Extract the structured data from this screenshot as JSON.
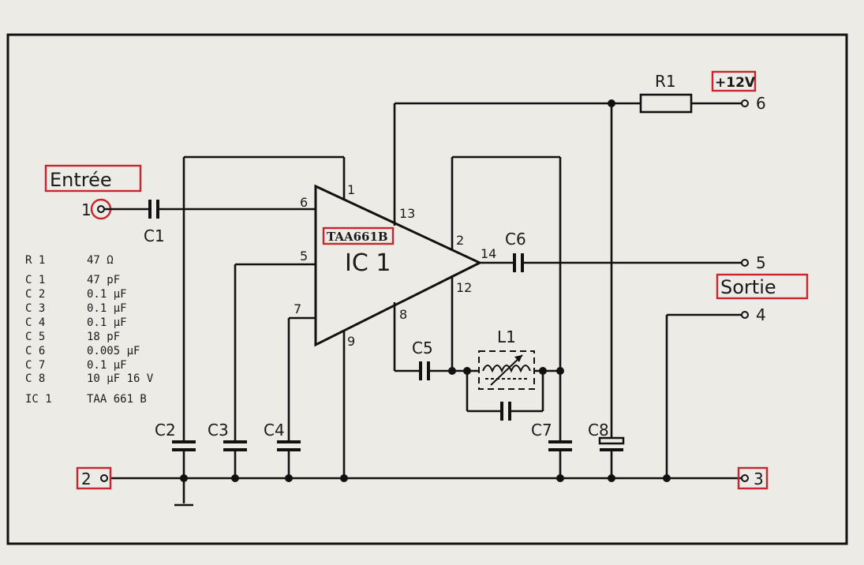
{
  "schematic": {
    "ic_label": "IC 1",
    "ic_part_tag": "TAA661B",
    "input_label": "Entrée",
    "output_label": "Sortie",
    "supply_label": "+12V",
    "resistor_label": "R1",
    "inductor_label": "L1",
    "capacitor_labels": {
      "c1": "C1",
      "c2": "C2",
      "c3": "C3",
      "c4": "C4",
      "c5": "C5",
      "c6": "C6",
      "c7": "C7",
      "c8": "C8"
    },
    "terminals": {
      "t1": "1",
      "t2": "2",
      "t3": "3",
      "t4": "4",
      "t5": "5",
      "t6": "6"
    },
    "ic_pins": {
      "p1": "1",
      "p2": "2",
      "p5": "5",
      "p6": "6",
      "p7": "7",
      "p8": "8",
      "p9": "9",
      "p12": "12",
      "p13": "13",
      "p14": "14"
    }
  },
  "parts_list": [
    {
      "ref": "R 1",
      "value": "47 Ω"
    },
    {
      "ref": "C 1",
      "value": "47 pF"
    },
    {
      "ref": "C 2",
      "value": "0.1 µF"
    },
    {
      "ref": "C 3",
      "value": "0.1 µF"
    },
    {
      "ref": "C 4",
      "value": "0.1 µF"
    },
    {
      "ref": "C 5",
      "value": "18 pF"
    },
    {
      "ref": "C 6",
      "value": "0.005 µF"
    },
    {
      "ref": "C 7",
      "value": "0.1 µF"
    },
    {
      "ref": "C 8",
      "value": "10 µF 16 V"
    },
    {
      "ref": "IC 1",
      "value": "TAA 661 B"
    }
  ],
  "colors": {
    "highlight": "#c8262c",
    "ink": "#111111",
    "paper": "#ecebe6"
  }
}
